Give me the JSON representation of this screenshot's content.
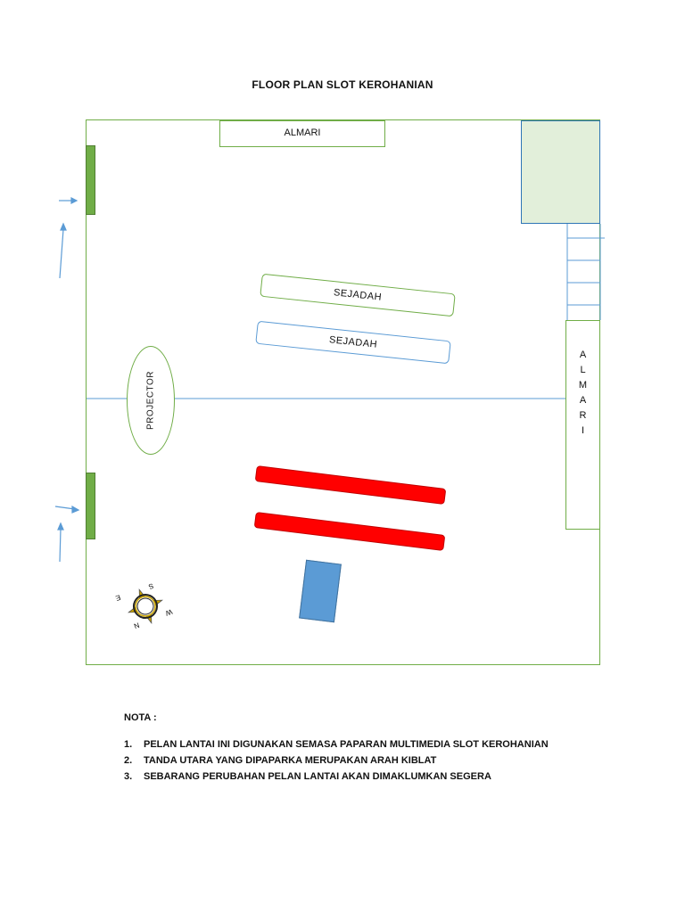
{
  "title": "FLOOR PLAN SLOT KEROHANIAN",
  "labels": {
    "almari_top": "ALMARI",
    "almari_right": [
      "A",
      "L",
      "M",
      "A",
      "R",
      "I"
    ],
    "sejadah_1": "SEJADAH",
    "sejadah_2": "SEJADAH",
    "projector": "PROJECTOR"
  },
  "compass": {
    "letters": [
      "S",
      "E",
      "W",
      "N"
    ]
  },
  "nota": {
    "heading": "NOTA :",
    "items": [
      {
        "num": "1.",
        "text": "PELAN LANTAI INI DIGUNAKAN SEMASA PAPARAN MULTIMEDIA SLOT KEROHANIAN"
      },
      {
        "num": "2.",
        "text": "TANDA UTARA YANG DIPAPARKA MERUPAKAN ARAH KIBLAT"
      },
      {
        "num": "3.",
        "text": "SEBARANG PERUBAHAN PELAN LANTAI AKAN DIMAKLUMKAN SEGERA"
      }
    ]
  },
  "colors": {
    "green_outline": "#70ad47",
    "blue_line": "#5b9bd5",
    "red_bar": "#ff0000",
    "table_blue": "#5b9bd5",
    "shelf_fill": "#e2efda"
  }
}
